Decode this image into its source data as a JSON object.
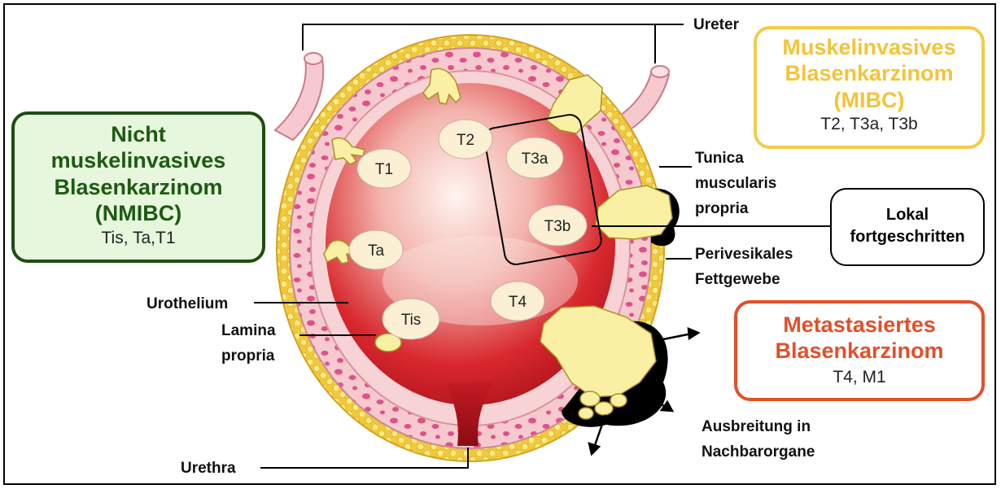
{
  "boxes": {
    "nmibc": {
      "title_lines": [
        "Nicht",
        "muskelinvasives",
        "Blasenkarzinom",
        "(NMIBC)"
      ],
      "stages": "Tis, Ta,T1"
    },
    "mibc": {
      "title_lines": [
        "Muskelinvasives",
        "Blasenkarzinom",
        "(MIBC)"
      ],
      "stages": "T2, T3a, T3b"
    },
    "local": {
      "title_lines": [
        "Lokal",
        "fortgeschritten"
      ]
    },
    "meta": {
      "title_lines": [
        "Metastasiertes",
        "Blasenkarzinom"
      ],
      "stages": "T4, M1"
    }
  },
  "labels": {
    "ureter": "Ureter",
    "tunica": [
      "Tunica",
      "muscularis",
      "propria"
    ],
    "fat": [
      "Perivesikales",
      "Fettgewebe"
    ],
    "urothelium": "Urothelium",
    "lamina": [
      "Lamina",
      "propria"
    ],
    "urethra": "Urethra",
    "spread": [
      "Ausbreitung in",
      "Nachbarorgane"
    ]
  },
  "stages": [
    "T1",
    "T2",
    "T3a",
    "T3b",
    "Ta",
    "Tis",
    "T4"
  ],
  "colors": {
    "nmibc_border": "#1e4d12",
    "nmibc_fill": "#e6f7de",
    "nmibc_title": "#1e5a12",
    "mibc_border": "#f2cc4a",
    "mibc_title": "#f2c43a",
    "meta_border": "#e1502a",
    "meta_title": "#e1502a",
    "bladder_red": "#c8101a",
    "fat_yellow": "#f7e25a",
    "wall_pink": "#f4c6cc",
    "cell_magenta": "#e0508a"
  }
}
